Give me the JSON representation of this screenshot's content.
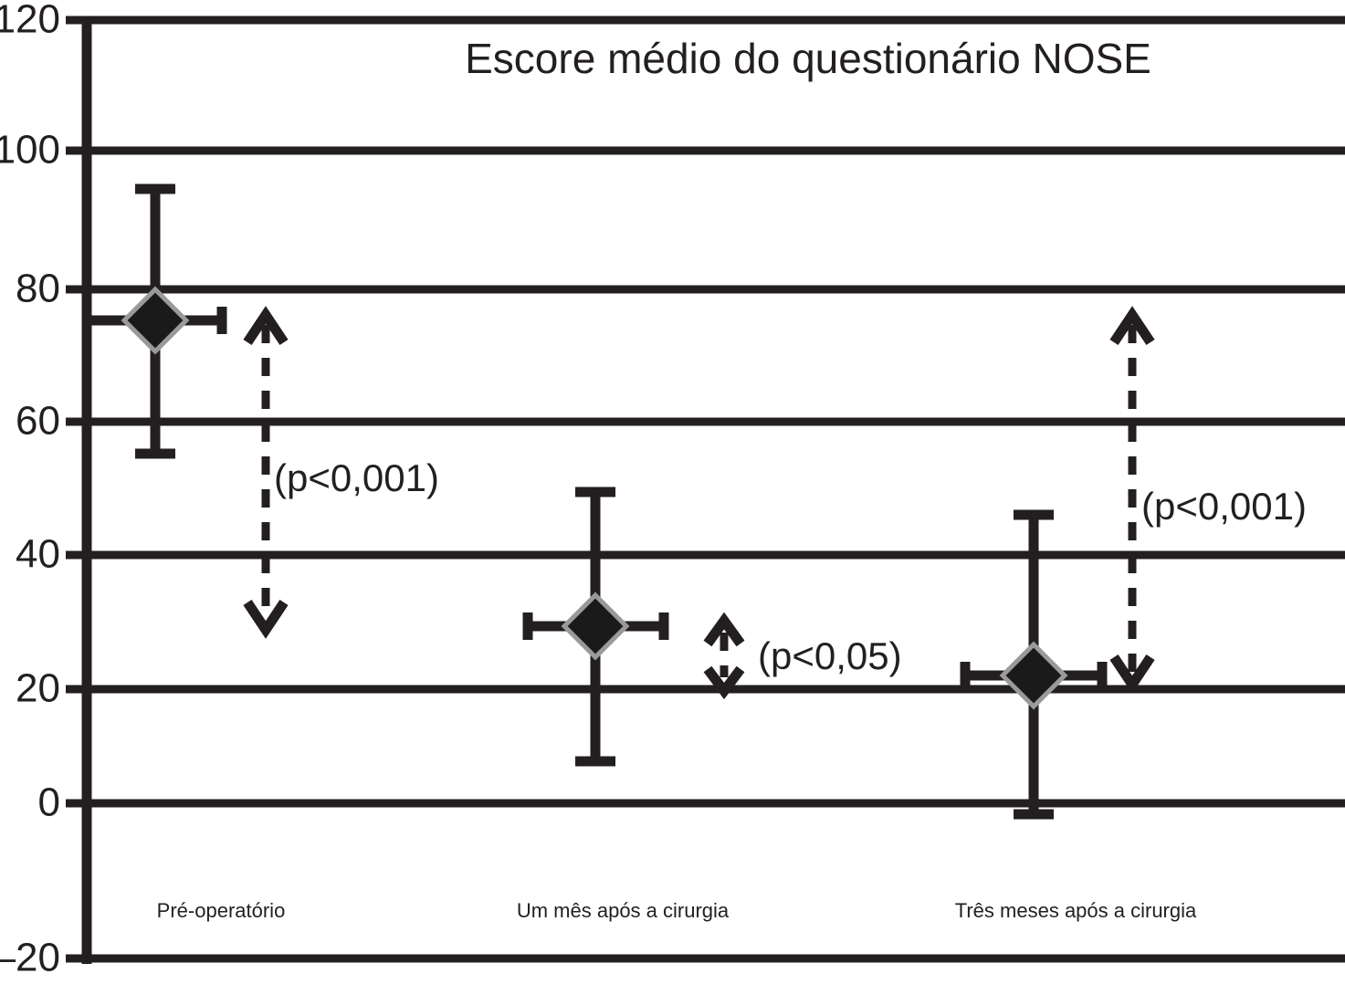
{
  "chart_data": {
    "type": "scatter",
    "title": "Escore médio do questionário NOSE",
    "xlabel": "",
    "ylabel": "",
    "ylim": [
      -20,
      120
    ],
    "ytick_labels": [
      "120",
      "100",
      "80",
      "60",
      "40",
      "20",
      "0",
      "–20"
    ],
    "ytick_values": [
      120,
      100,
      80,
      60,
      40,
      20,
      0,
      -20
    ],
    "grid": true,
    "legend": "none",
    "categories": [
      "Pré-operatório",
      "Um mês após a cirurgia",
      "Três meses após a cirurgia"
    ],
    "values": [
      75,
      29.5,
      22.3
    ],
    "error_bars_y": [
      {
        "category": "Pré-operatório",
        "mean": 75,
        "lower": 56,
        "upper": 95
      },
      {
        "category": "Um mês após a cirurgia",
        "mean": 29.5,
        "lower": 10,
        "upper": 49.5
      },
      {
        "category": "Três meses após a cirurgia",
        "mean": 22.3,
        "lower": -1.5,
        "upper": 46
      }
    ],
    "error_bars_x": [
      {
        "category": "Pré-operatório",
        "left_extent": 0,
        "right_extent": 1.0
      },
      {
        "category": "Um mês após a cirurgia",
        "left_extent": 1.0,
        "right_extent": 1.0
      },
      {
        "category": "Três meses após a cirurgia",
        "left_extent": 1.0,
        "right_extent": 1.0
      }
    ],
    "annotations": [
      {
        "id": "annot-left",
        "label": "(p<0,001)",
        "from": "Pré-operatório",
        "to": "Um mês após a cirurgia",
        "arrow": "double-headed-dashed-vertical",
        "span": [
          33,
          75
        ]
      },
      {
        "id": "annot-mid",
        "label": "(p<0,05)",
        "from": "Um mês após a cirurgia",
        "to": "Três meses após a cirurgia",
        "arrow": "double-headed-dashed-vertical",
        "span": [
          20,
          32
        ]
      },
      {
        "id": "annot-right",
        "label": "(p<0,001)",
        "from": "Pré-operatório",
        "to": "Três meses após a cirurgia",
        "arrow": "double-headed-dashed-vertical",
        "span": [
          20,
          77
        ]
      }
    ],
    "marker": {
      "shape": "diamond",
      "fill": "#1a1a1a",
      "border": "#9a9a9a"
    },
    "colors": {
      "ink": "#231f20",
      "background": "#ffffff",
      "marker_border": "#9a9a9a"
    }
  }
}
